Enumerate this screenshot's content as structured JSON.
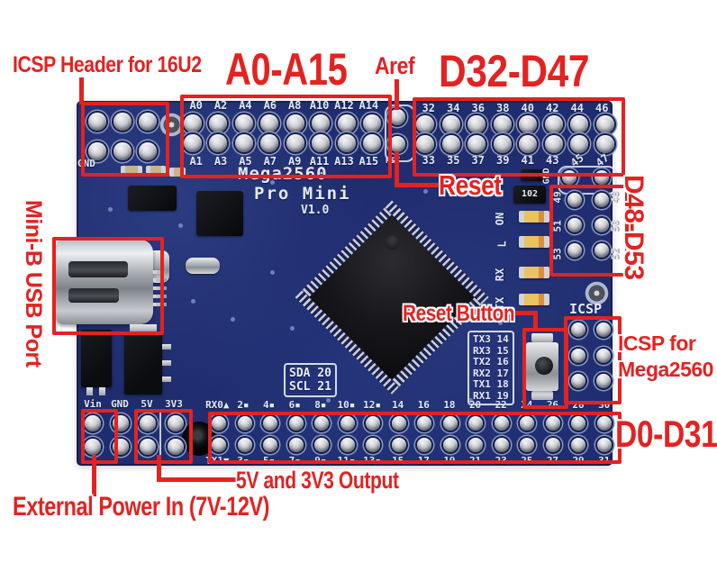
{
  "colors": {
    "annotation_red": "#e32221",
    "board_blue": "#1f2c6e",
    "silkscreen_white": "#e3e8f8"
  },
  "annotations": {
    "icsp_16u2": "ICSP Header for 16U2",
    "analog_range": "A0-A15",
    "aref": "Aref",
    "digital_32_47": "D32-D47",
    "reset": "Reset",
    "digital_48_53": "D48-D53",
    "usb": "Mini-B USB Port",
    "reset_button": "Reset Button",
    "icsp_mega_line1": "ICSP for",
    "icsp_mega_line2": "Mega2560",
    "digital_0_31": "D0-D31",
    "output_5v_3v3": "5V and 3V3 Output",
    "external_power": "External Power In (7V-12V)"
  },
  "board": {
    "title_line1": "Mega2560",
    "title_line2": "Pro Mini",
    "version": "V1.0",
    "gnd_top_left": "GND",
    "rst": "RST",
    "gnd_vertical": "GND",
    "icsp": "ICSP",
    "resistor": "102",
    "led_labels": [
      "ON",
      "L",
      "RX",
      "TX"
    ],
    "analog_top": [
      "A0",
      "A2",
      "A4",
      "A6",
      "A8",
      "A10",
      "A12",
      "A14"
    ],
    "analog_bottom": [
      "A1",
      "A3",
      "A5",
      "A7",
      "A9",
      "A11",
      "A13",
      "A15"
    ],
    "d32_top": [
      "32",
      "34",
      "36",
      "38",
      "40",
      "42",
      "44",
      "46"
    ],
    "d32_bottom": [
      "33",
      "35",
      "37",
      "39",
      "41",
      "43",
      "45",
      "47"
    ],
    "d48_left": [
      "49",
      "51",
      "53"
    ],
    "d48_right": [
      "48",
      "50",
      "52"
    ],
    "serial_table": [
      "TX3 14",
      "RX3 15",
      "TX2 16",
      "RX2 17",
      "TX1 18",
      "RX1 19"
    ],
    "i2c": [
      "SDA 20",
      "SCL 21"
    ],
    "power_labels": [
      "Vin",
      "GND",
      "5V",
      "3V3"
    ],
    "digital_top": [
      "RX0▲",
      "2▪",
      "4▪",
      "6▪",
      "8▪",
      "10▪",
      "12▪",
      "14",
      "16",
      "18",
      "20",
      "22",
      "24",
      "26",
      "28",
      "30"
    ],
    "digital_bottom": [
      "TX1▼",
      "3▪",
      "5▪",
      "7▪",
      "9▪",
      "11▪",
      "13▪",
      "15",
      "17",
      "19",
      "21",
      "23",
      "25",
      "27",
      "29",
      "31"
    ]
  }
}
